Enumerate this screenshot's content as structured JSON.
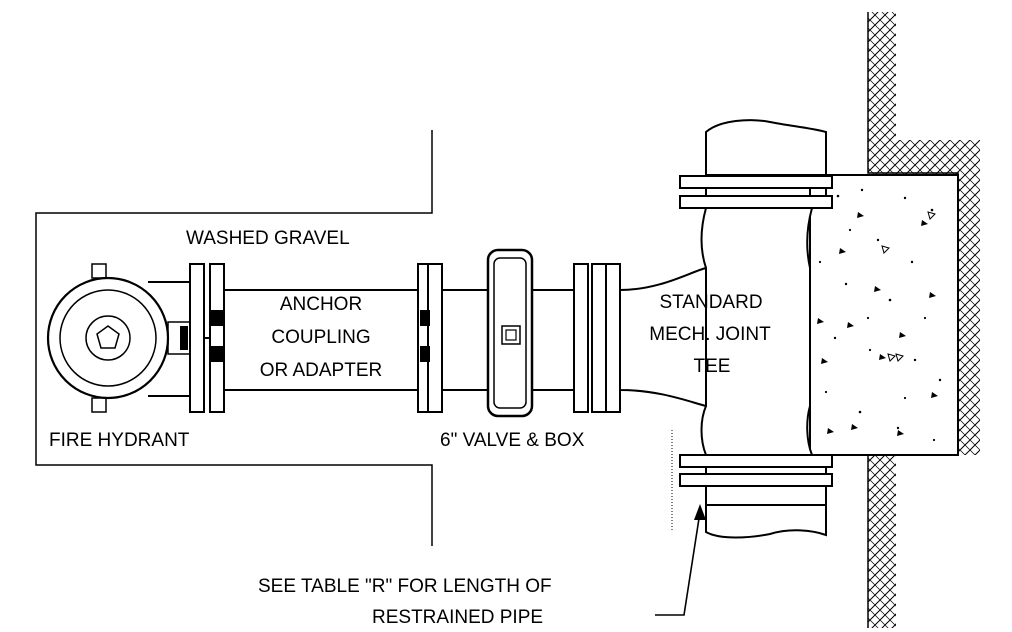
{
  "labels": {
    "washed_gravel": "WASHED GRAVEL",
    "anchor_line1": "ANCHOR",
    "anchor_line2": "COUPLING",
    "anchor_line3": "OR ADAPTER",
    "fire_hydrant": "FIRE HYDRANT",
    "valve_box": "6\" VALVE & BOX",
    "tee_line1": "STANDARD",
    "tee_line2": "MECH. JOINT",
    "tee_line3": "TEE",
    "note_line1": "SEE TABLE \"R\" FOR LENGTH OF",
    "note_line2": "RESTRAINED PIPE"
  },
  "icons": {
    "hydrant": "fire-hydrant-icon",
    "valve": "gate-valve-icon",
    "tee": "mech-joint-tee-icon",
    "thrust_block": "concrete-thrust-block-icon",
    "earth": "undisturbed-earth-hatch-icon",
    "arrow": "leader-arrow-icon"
  }
}
